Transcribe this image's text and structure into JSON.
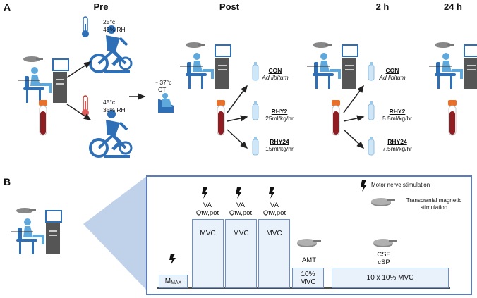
{
  "panel_a": {
    "letter": "A",
    "timepoints": {
      "pre": "Pre",
      "post": "Post",
      "two_h": "2 h",
      "twentyfour_h": "24 h"
    },
    "hot_condition": {
      "temp": "25°c",
      "rh": "45% RH"
    },
    "cold_condition": {
      "temp": "45°c",
      "rh": "35% RH"
    },
    "core_temp": {
      "line1": "~ 37°c",
      "line2": "CT"
    },
    "post_groups": [
      {
        "name": "CON",
        "rate": "Ad libitum"
      },
      {
        "name": "RHY2",
        "rate": "25ml/kg/hr"
      },
      {
        "name": "RHY24",
        "rate": "15ml/kg/hr"
      }
    ],
    "two_h_groups": [
      {
        "name": "CON",
        "rate": "Ad libitum"
      },
      {
        "name": "RHY2",
        "rate": "5.5ml/kg/hr"
      },
      {
        "name": "RHY24",
        "rate": "7.5ml/kg/hr"
      }
    ]
  },
  "panel_b": {
    "letter": "B",
    "legend": {
      "motor": "Motor nerve stimulation",
      "tms_line1": "Transcranial magnetic",
      "tms_line2": "stimulation"
    },
    "mmax": {
      "main": "M",
      "sub": "MAX"
    },
    "mvc_label": "MVC",
    "va_line1": "VA",
    "va_line2": "Qtw,pot",
    "amt": "AMT",
    "ten_pct": {
      "line1": "10%",
      "line2": "MVC"
    },
    "cse": {
      "line1": "CSE",
      "line2": "cSP"
    },
    "ten_by_ten": "10 x 10% MVC"
  },
  "colors": {
    "blue": "#2f6fb5",
    "light_blue": "#5fa8dc",
    "blood": "#8f1d22",
    "cap": "#e8702a",
    "panel_border": "#5a7bbf"
  }
}
